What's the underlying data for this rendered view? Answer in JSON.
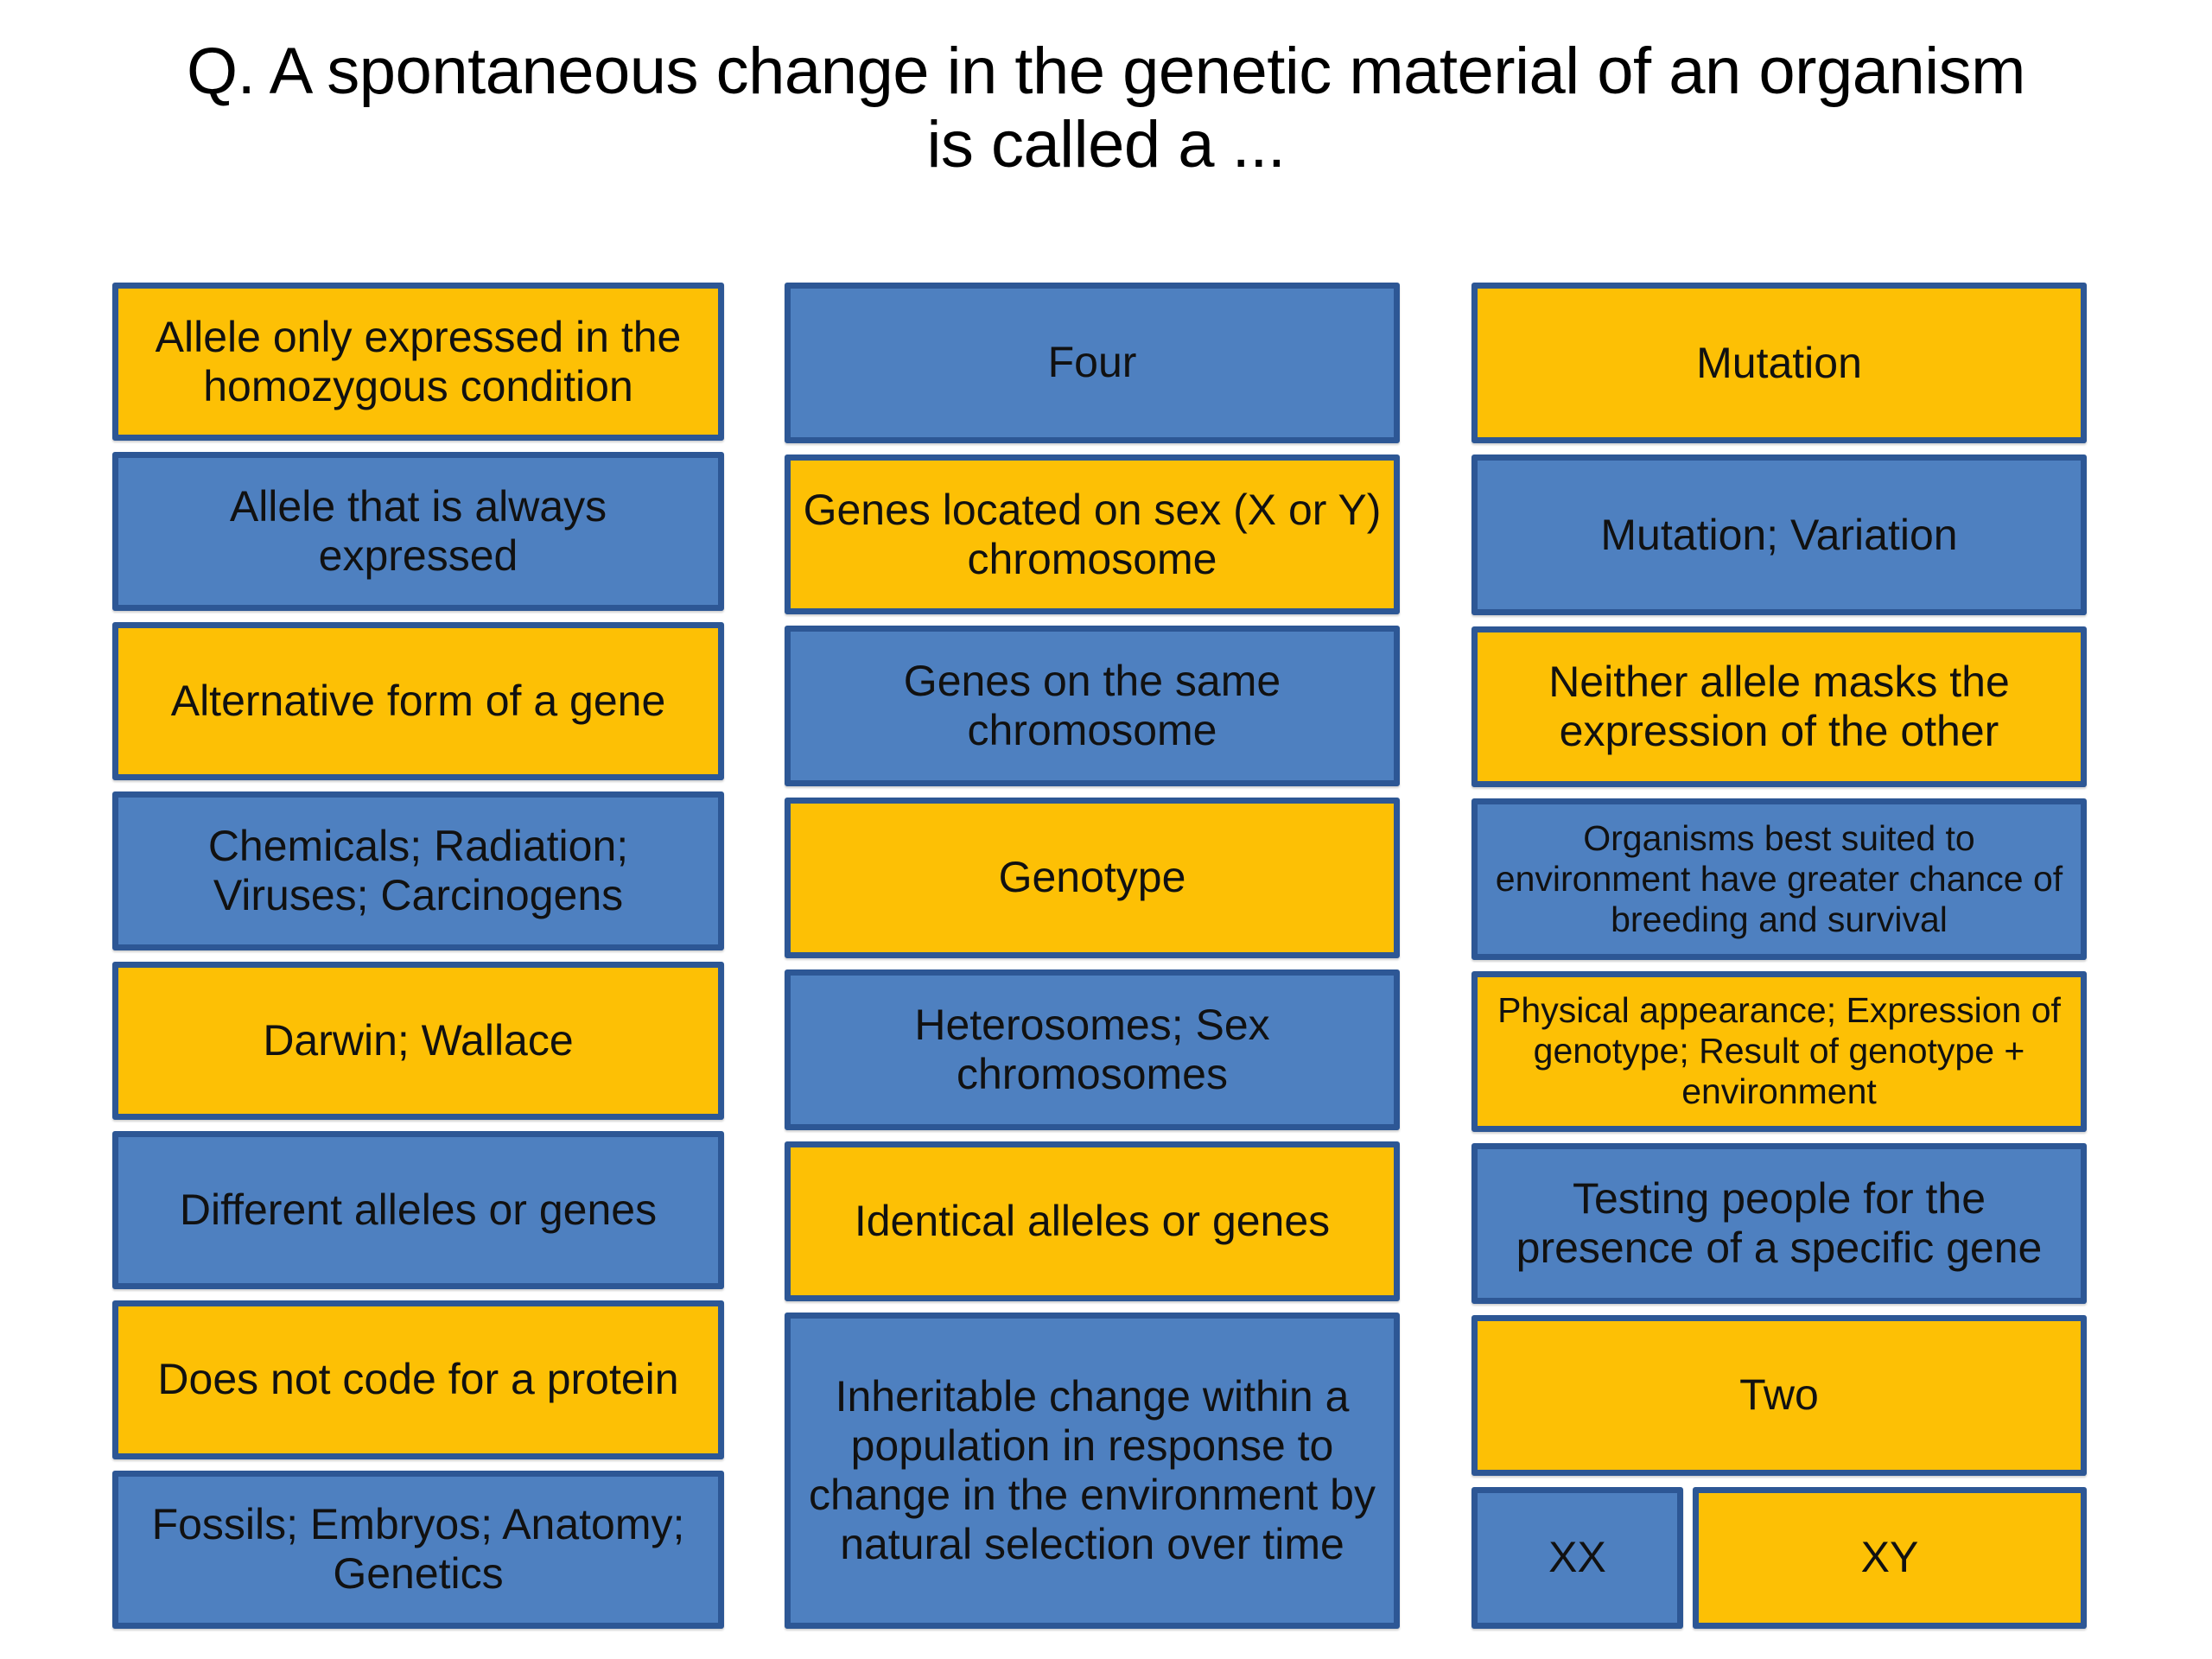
{
  "slide": {
    "title": "Q. A spontaneous change in the genetic material of an organism\nis called a ...",
    "colors": {
      "blue_fill": "#4e80c0",
      "yellow_fill": "#fdc005",
      "border": "#2d5795",
      "background": "#ffffff",
      "text": "#111111"
    }
  },
  "columns": [
    {
      "name": "column-1",
      "cards": [
        {
          "label": "Allele only expressed in the homozygous condition",
          "color": "yellow"
        },
        {
          "label": "Allele that is always expressed",
          "color": "blue"
        },
        {
          "label": "Alternative form of a gene",
          "color": "yellow"
        },
        {
          "label": "Chemicals; Radiation; Viruses; Carcinogens",
          "color": "blue"
        },
        {
          "label": "Darwin; Wallace",
          "color": "yellow"
        },
        {
          "label": "Different alleles or genes",
          "color": "blue"
        },
        {
          "label": "Does not code for a protein",
          "color": "yellow"
        },
        {
          "label": "Fossils; Embryos; Anatomy; Genetics",
          "color": "blue"
        }
      ]
    },
    {
      "name": "column-2",
      "cards": [
        {
          "label": "Four",
          "color": "blue"
        },
        {
          "label": "Genes located on sex (X or Y) chromosome",
          "color": "yellow"
        },
        {
          "label": "Genes on the same chromosome",
          "color": "blue"
        },
        {
          "label": "Genotype",
          "color": "yellow"
        },
        {
          "label": "Heterosomes; Sex chromosomes",
          "color": "blue"
        },
        {
          "label": "Identical alleles or genes",
          "color": "yellow"
        },
        {
          "label": "Inheritable change within a population in response to change in the environment by natural selection over time",
          "color": "blue"
        }
      ]
    },
    {
      "name": "column-3",
      "cards": [
        {
          "label": "Mutation",
          "color": "yellow"
        },
        {
          "label": "Mutation; Variation",
          "color": "blue"
        },
        {
          "label": "Neither allele masks the expression of the other",
          "color": "yellow"
        },
        {
          "label": "Organisms best suited to environment have greater chance of breeding and survival",
          "color": "blue"
        },
        {
          "label": "Physical appearance; Expression of genotype; Result of genotype + environment",
          "color": "yellow"
        },
        {
          "label": "Testing people for the presence of a specific gene",
          "color": "blue"
        },
        {
          "label": "Two",
          "color": "yellow"
        }
      ],
      "split_row": {
        "left": {
          "label": "XX",
          "color": "blue"
        },
        "right": {
          "label": "XY",
          "color": "yellow"
        }
      }
    }
  ]
}
